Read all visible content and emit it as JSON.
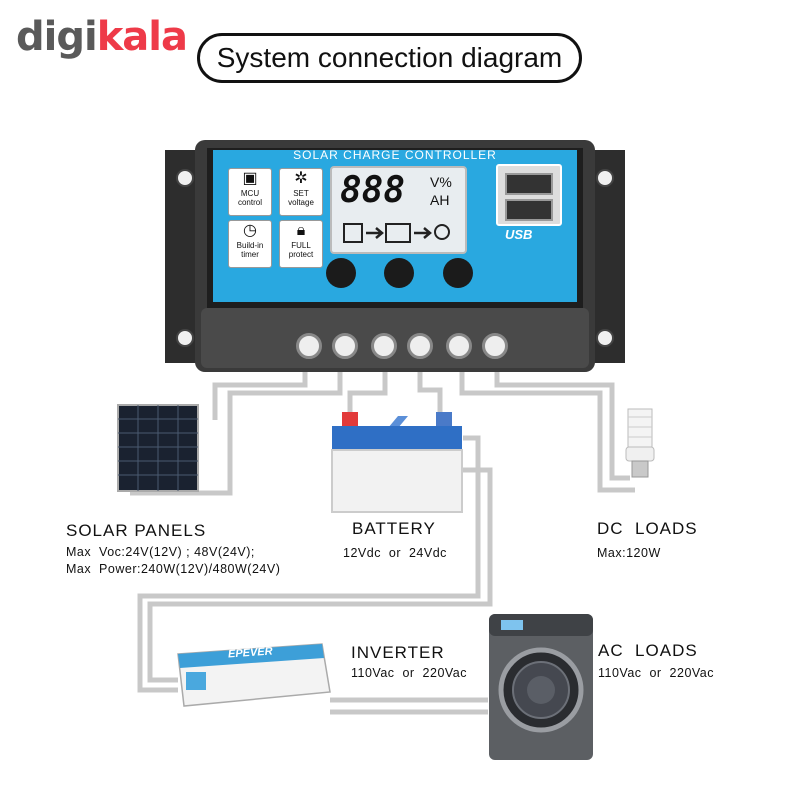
{
  "logo": {
    "part1": "digi",
    "part2": "kala"
  },
  "title": "System connection diagram",
  "controller": {
    "header": "SOLAR CHARGE CONTROLLER",
    "lcd_digits": "888",
    "lcd_unit1": "V%",
    "lcd_unit2": "AH",
    "icon_mcu": "MCU control",
    "icon_set": "SET voltage",
    "icon_timer": "Build-in timer",
    "icon_full": "FULL protect",
    "usb_label": "USB"
  },
  "solar": {
    "title": "SOLAR  PANELS",
    "line1": "Max  Voc:24V(12V) ; 48V(24V);",
    "line2": "Max  Power:240W(12V)/480W(24V)"
  },
  "battery": {
    "title": "BATTERY",
    "spec": "12Vdc  or  24Vdc"
  },
  "dc_loads": {
    "title": "DC  LOADS",
    "spec": "Max:120W"
  },
  "inverter": {
    "title": "INVERTER",
    "spec": "110Vac  or  220Vac",
    "brand": "EPEVER"
  },
  "ac_loads": {
    "title": "AC  LOADS",
    "spec": "110Vac  or  220Vac"
  },
  "colors": {
    "accent": "#ee3a48",
    "panel_blue": "#29a8e0",
    "wire": "#c8c8c8"
  }
}
